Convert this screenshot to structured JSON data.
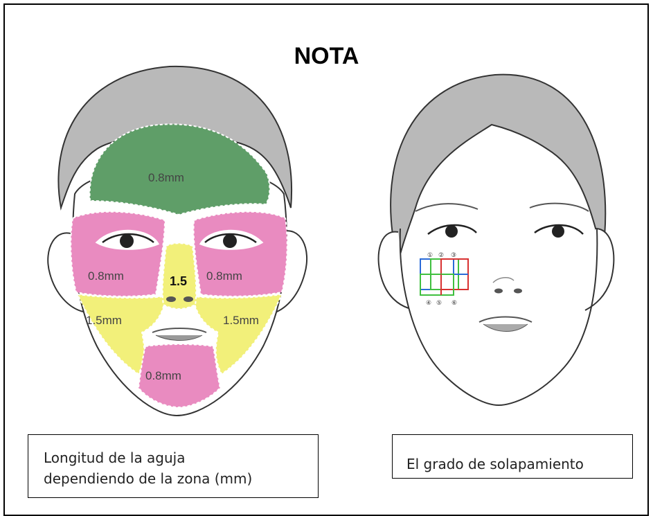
{
  "title": "NOTA",
  "left_face": {
    "zones": {
      "forehead": "0.8mm",
      "left_cheek": "0.8mm",
      "nose": "1.5",
      "right_cheek": "0.8mm",
      "left_jaw": "1.5mm",
      "right_jaw": "1.5mm",
      "chin": "0.8mm"
    },
    "colors": {
      "green": "#5f9e68",
      "pink": "#e98bc0",
      "yellow": "#f2f07a"
    }
  },
  "right_face": {
    "grid_numbers_top": [
      "①",
      "②",
      "③"
    ],
    "grid_numbers_bottom": [
      "④",
      "⑤",
      "⑥"
    ],
    "grid_colors": [
      "#2a6ad8",
      "#3fbf3f",
      "#d83030"
    ]
  },
  "captions": {
    "left_line1": "Longitud de la aguja",
    "left_line2": "dependiendo de la zona (mm)",
    "right": "El grado de solapamiento"
  }
}
